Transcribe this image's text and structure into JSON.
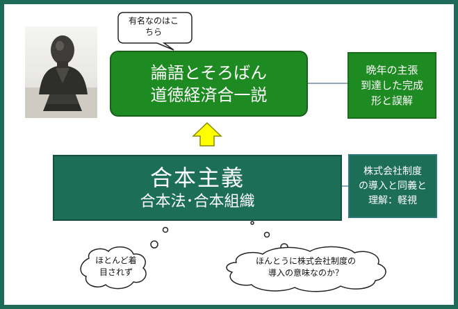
{
  "callout": {
    "text_line1": "有名なのはこ",
    "text_line2": "ちら"
  },
  "main_box": {
    "line1": "論語とそろばん",
    "line2": "道徳経済合一説"
  },
  "side_box_top": {
    "line1": "晩年の主張",
    "line2": "到達した完成",
    "line3": "形と誤解"
  },
  "gohon_box": {
    "line1": "合本主義",
    "line2": "合本法･合本組織"
  },
  "side_box_bottom": {
    "line1": "株式会社制度",
    "line2": "の導入と同義と",
    "line3": "理解：軽視"
  },
  "cloud_left": {
    "line1": "ほとんど着",
    "line2": "目されず"
  },
  "cloud_right": {
    "line1": "ほんとうに株式会社制度の",
    "line2": "導入の意味なのか？"
  },
  "colors": {
    "frame": "#1d6b58",
    "main_green": "#1e8a22",
    "teal": "#1c6e56",
    "arrow_yellow": "#ffff00"
  }
}
